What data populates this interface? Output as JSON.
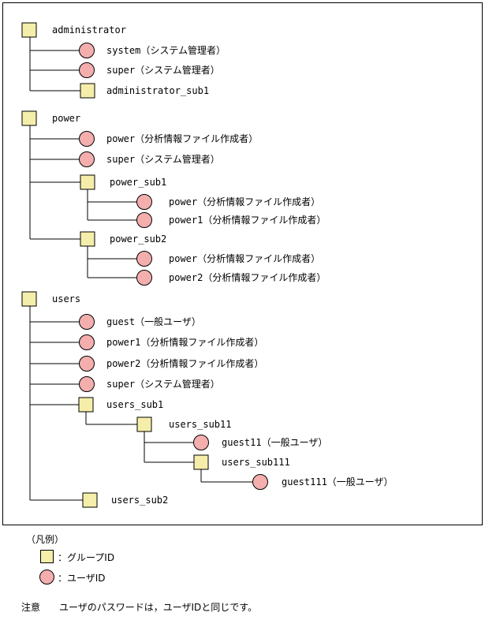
{
  "nodes": [
    {
      "type": "group",
      "label": "administrator"
    },
    {
      "type": "user",
      "label": "system（システム管理者）"
    },
    {
      "type": "user",
      "label": "super（システム管理者）"
    },
    {
      "type": "group",
      "label": "administrator_sub1"
    },
    {
      "type": "group",
      "label": "power"
    },
    {
      "type": "user",
      "label": "power（分析情報ファイル作成者）"
    },
    {
      "type": "user",
      "label": "super（システム管理者）"
    },
    {
      "type": "group",
      "label": "power_sub1"
    },
    {
      "type": "user",
      "label": "power（分析情報ファイル作成者）"
    },
    {
      "type": "user",
      "label": "power1（分析情報ファイル作成者）"
    },
    {
      "type": "group",
      "label": "power_sub2"
    },
    {
      "type": "user",
      "label": "power（分析情報ファイル作成者）"
    },
    {
      "type": "user",
      "label": "power2（分析情報ファイル作成者）"
    },
    {
      "type": "group",
      "label": "users"
    },
    {
      "type": "user",
      "label": "guest（一般ユーザ）"
    },
    {
      "type": "user",
      "label": "power1（分析情報ファイル作成者）"
    },
    {
      "type": "user",
      "label": "power2（分析情報ファイル作成者）"
    },
    {
      "type": "user",
      "label": "super（システム管理者）"
    },
    {
      "type": "group",
      "label": "users_sub1"
    },
    {
      "type": "group",
      "label": "users_sub11"
    },
    {
      "type": "user",
      "label": "guest11（一般ユーザ）"
    },
    {
      "type": "group",
      "label": "users_sub111"
    },
    {
      "type": "user",
      "label": "guest111（一般ユーザ）"
    },
    {
      "type": "group",
      "label": "users_sub2"
    }
  ],
  "colors": {
    "group_fill": "#f5eeaa",
    "user_fill": "#f4aeae",
    "stroke": "#000000"
  },
  "legend": {
    "title": "（凡例）",
    "group_label": "：グループID",
    "user_label": "：ユーザID"
  },
  "note": {
    "label": "注意",
    "text": "ユーザのパスワードは，ユーザIDと同じです。"
  }
}
